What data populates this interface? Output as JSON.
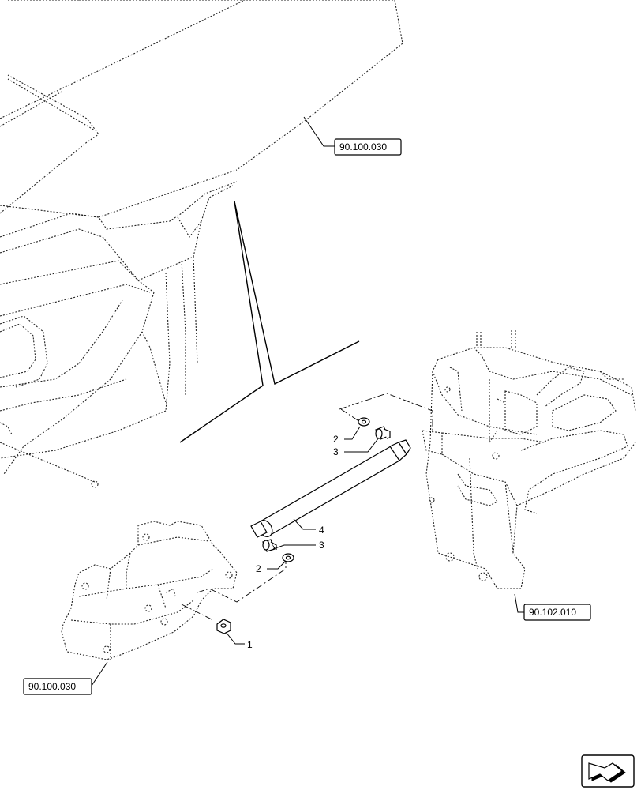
{
  "callouts": {
    "c1": "1",
    "c2a": "2",
    "c2b": "2",
    "c3a": "3",
    "c3b": "3",
    "c4": "4"
  },
  "references": {
    "ref_top": "90.100.030",
    "ref_right": "90.102.010",
    "ref_bottom": "90.100.030"
  },
  "icons": {
    "nav": "next-page-arrow-icon"
  }
}
